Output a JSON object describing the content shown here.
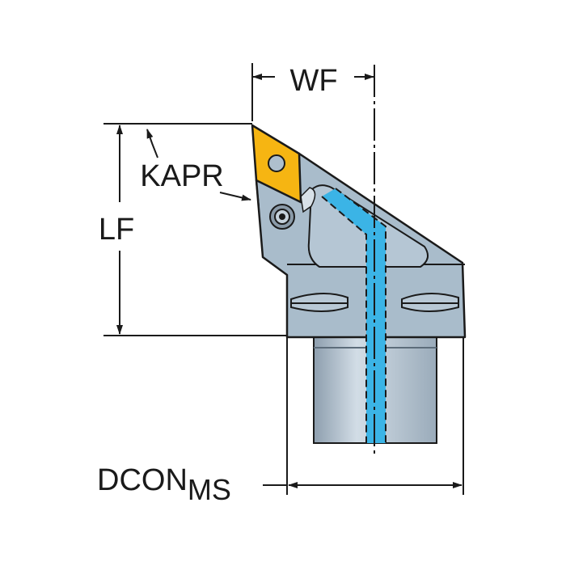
{
  "labels": {
    "wf": "WF",
    "lf": "LF",
    "kapr": "KAPR",
    "dcon": "DCON",
    "dcon_sub": "MS"
  },
  "colors": {
    "body": "#a9bccb",
    "insert": "#f6b512",
    "coolant": "#3bb4e6",
    "cylinder": "#b8c6d3",
    "line": "#1a1a1a"
  }
}
